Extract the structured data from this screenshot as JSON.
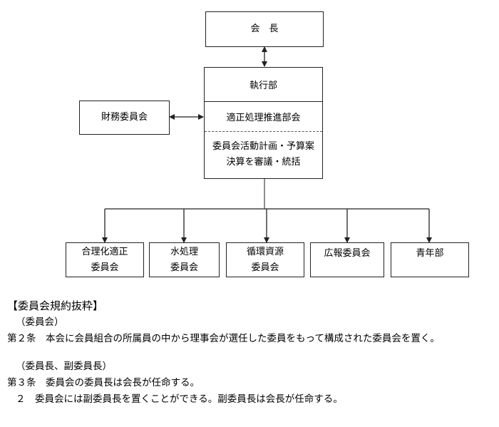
{
  "org": {
    "president": "会　長",
    "executive": {
      "title": "執行部",
      "subunit": "適正処理推進部会",
      "desc_line1": "委員会活動計画・予算案",
      "desc_line2": "決算を審議・統括"
    },
    "finance": "財務委員会",
    "committees": [
      {
        "line1": "合理化適正",
        "line2": "委員会"
      },
      {
        "line1": "水処理",
        "line2": "委員会"
      },
      {
        "line1": "循環資源",
        "line2": "委員会"
      },
      {
        "line1": "広報委員会",
        "line2": ""
      },
      {
        "line1": "青年部",
        "line2": ""
      }
    ]
  },
  "bylaws": {
    "heading": "【委員会規約抜粋】",
    "sec1_title": "（委員会）",
    "art2": "第２条　本会に会員組合の所属員の中から理事会が選任した委員をもって構成された委員会を置く。",
    "sec2_title": "（委員長、副委員長）",
    "art3": "第３条　委員会の委員長は会長が任命する。",
    "art3_2": "２　委員会には副委員長を置くことができる。副委員長は会長が任命する。"
  }
}
